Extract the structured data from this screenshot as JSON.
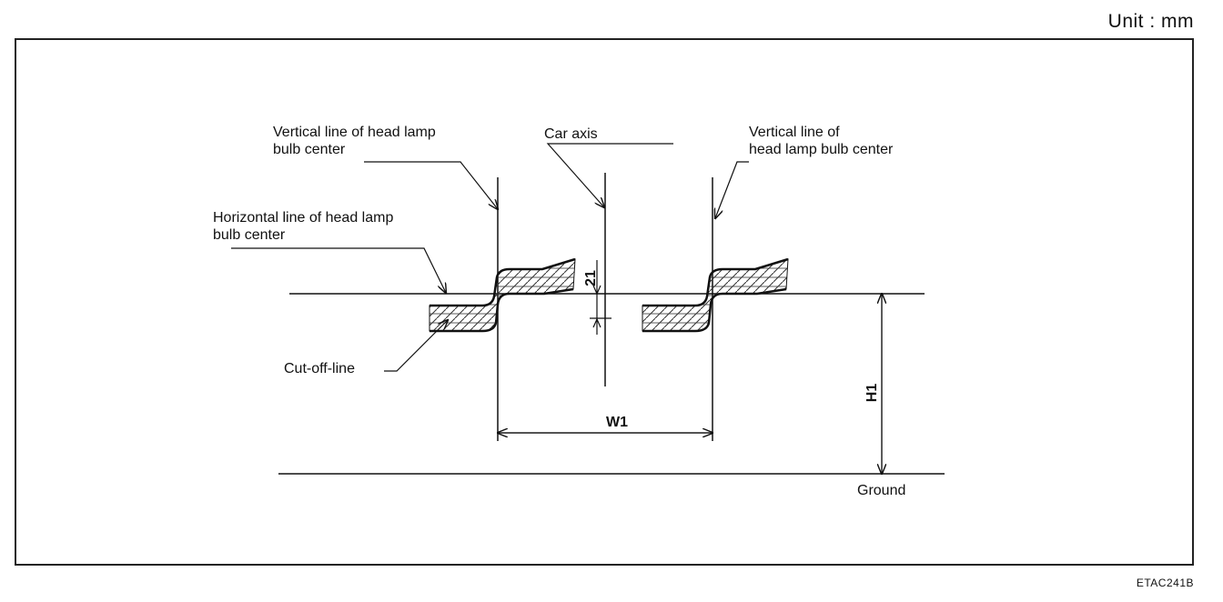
{
  "header": {
    "unit_label": "Unit : mm"
  },
  "footer": {
    "figure_code": "ETAC241B"
  },
  "labels": {
    "vertical_left_line1": "Vertical line of head lamp",
    "vertical_left_line2": "bulb center",
    "car_axis": "Car axis",
    "vertical_right_line1": "Vertical line of",
    "vertical_right_line2": "head lamp bulb center",
    "horizontal_line1": "Horizontal line of head lamp",
    "horizontal_line2": "bulb center",
    "cut_off_line": "Cut-off-line",
    "dim_21": "21",
    "dim_w1": "W1",
    "dim_h1": "H1",
    "ground": "Ground"
  }
}
